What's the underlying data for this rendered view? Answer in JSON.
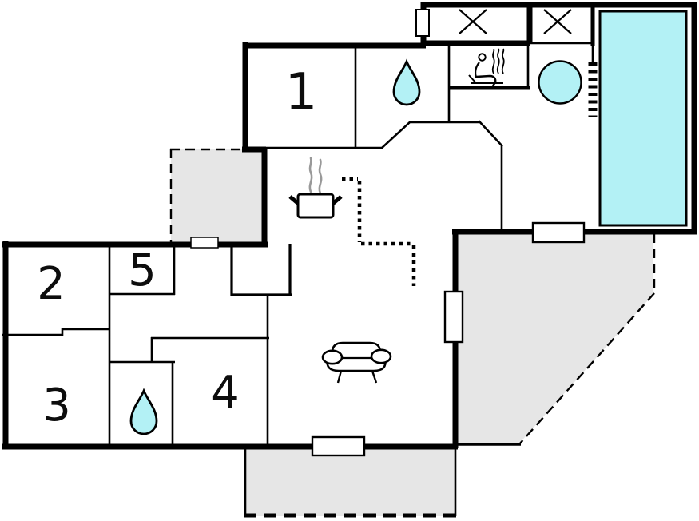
{
  "diagram": {
    "type": "floor-plan",
    "description": "holiday home floor plan with pool, sauna, hot tub and terraces"
  },
  "colors": {
    "wall": "#000000",
    "water": "#b3f1f5",
    "terrace": "#e6e6e6",
    "steam": "#999999",
    "background": "#ffffff"
  },
  "rooms": [
    {
      "label": "1"
    },
    {
      "label": "2"
    },
    {
      "label": "3"
    },
    {
      "label": "4"
    },
    {
      "label": "5"
    }
  ],
  "icons": {
    "water_drop": "water-drop",
    "sauna": "sauna-person",
    "hot_tub": "hot-tub-circle",
    "pool": "swimming-pool",
    "sofa": "sofa",
    "stove_pot": "cooking-pot",
    "closet_cross": "x-mark",
    "window": "window-rect"
  }
}
